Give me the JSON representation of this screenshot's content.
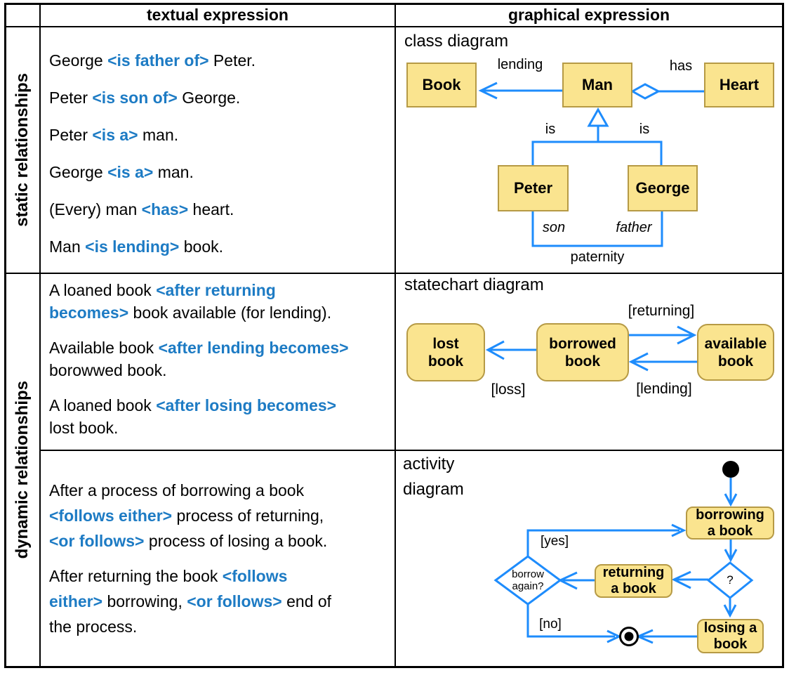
{
  "header": {
    "textual": "textual expression",
    "graphical": "graphical expression"
  },
  "sidebar": {
    "static_label": "static relationships",
    "dynamic_label": "dynamic relationships"
  },
  "colors": {
    "kw_blue": "#1d7bc4",
    "diagram_blue": "#1e8cfc",
    "node_fill": "#fae48f",
    "node_border": "#b69a45",
    "table_ink": "#000000"
  },
  "textual": {
    "static": [
      [
        {
          "t": "George "
        },
        {
          "t": "<is father of>",
          "kw": true
        },
        {
          "t": " Peter."
        }
      ],
      [
        {
          "t": "Peter "
        },
        {
          "t": "<is son of>",
          "kw": true
        },
        {
          "t": " George."
        }
      ],
      [
        {
          "t": "Peter "
        },
        {
          "t": "<is a>",
          "kw": true
        },
        {
          "t": " man."
        }
      ],
      [
        {
          "t": "George "
        },
        {
          "t": "<is a>",
          "kw": true
        },
        {
          "t": " man."
        }
      ],
      [
        {
          "t": "(Every) man "
        },
        {
          "t": "<has>",
          "kw": true
        },
        {
          "t": " heart."
        }
      ],
      [
        {
          "t": "Man "
        },
        {
          "t": "<is lending>",
          "kw": true
        },
        {
          "t": " book."
        }
      ]
    ],
    "statechart": [
      [
        {
          "t": "A loaned book "
        },
        {
          "t": "<after returning",
          "kw": true
        },
        {
          "br": true
        },
        {
          "t": "becomes>",
          "kw": true
        },
        {
          "t": " book available (for lending)."
        }
      ],
      [
        {
          "t": "Available book "
        },
        {
          "t": "<after lending becomes>",
          "kw": true
        },
        {
          "br": true
        },
        {
          "t": "borowwed book."
        }
      ],
      [
        {
          "t": "A loaned book "
        },
        {
          "t": "<after losing becomes>",
          "kw": true
        },
        {
          "br": true
        },
        {
          "t": "lost book."
        }
      ]
    ],
    "activity": [
      [
        {
          "t": "After a process of borrowing a book"
        },
        {
          "br": true
        },
        {
          "t": "<follows either>",
          "kw": true
        },
        {
          "t": " process of returning,"
        },
        {
          "br": true
        },
        {
          "t": "<or follows>",
          "kw": true
        },
        {
          "t": " process of losing a book."
        }
      ],
      [
        {
          "t": "After returning the book "
        },
        {
          "t": "<follows",
          "kw": true
        },
        {
          "br": true
        },
        {
          "t": "either>",
          "kw": true
        },
        {
          "t": " borrowing, "
        },
        {
          "t": "<or follows>",
          "kw": true
        },
        {
          "t": " end of"
        },
        {
          "br": true
        },
        {
          "t": "the process."
        }
      ]
    ]
  },
  "class_diagram": {
    "title": "class diagram",
    "nodes": {
      "book": "Book",
      "man": "Man",
      "heart": "Heart",
      "peter": "Peter",
      "george": "George"
    },
    "labels": {
      "lending": "lending",
      "has": "has",
      "is_left": "is",
      "is_right": "is",
      "son": "son",
      "father": "father",
      "paternity": "paternity"
    }
  },
  "statechart": {
    "title": "statechart diagram",
    "nodes": {
      "lost": {
        "line1": "lost",
        "line2": "book"
      },
      "borrowed": {
        "line1": "borrowed",
        "line2": "book"
      },
      "available": {
        "line1": "available",
        "line2": "book"
      }
    },
    "labels": {
      "returning": "[returning]",
      "loss": "[loss]",
      "lending": "[lending]"
    }
  },
  "activity": {
    "title_line1": "activity",
    "title_line2": "diagram",
    "nodes": {
      "borrowing": {
        "line1": "borrowing",
        "line2": "a book"
      },
      "returning": {
        "line1": "returning",
        "line2": "a book"
      },
      "losing": {
        "line1": "losing a",
        "line2": "book"
      },
      "decision_q": "?",
      "decision_borrow": {
        "line1": "borrow",
        "line2": "again?"
      }
    },
    "labels": {
      "yes": "[yes]",
      "no": "[no]"
    }
  }
}
